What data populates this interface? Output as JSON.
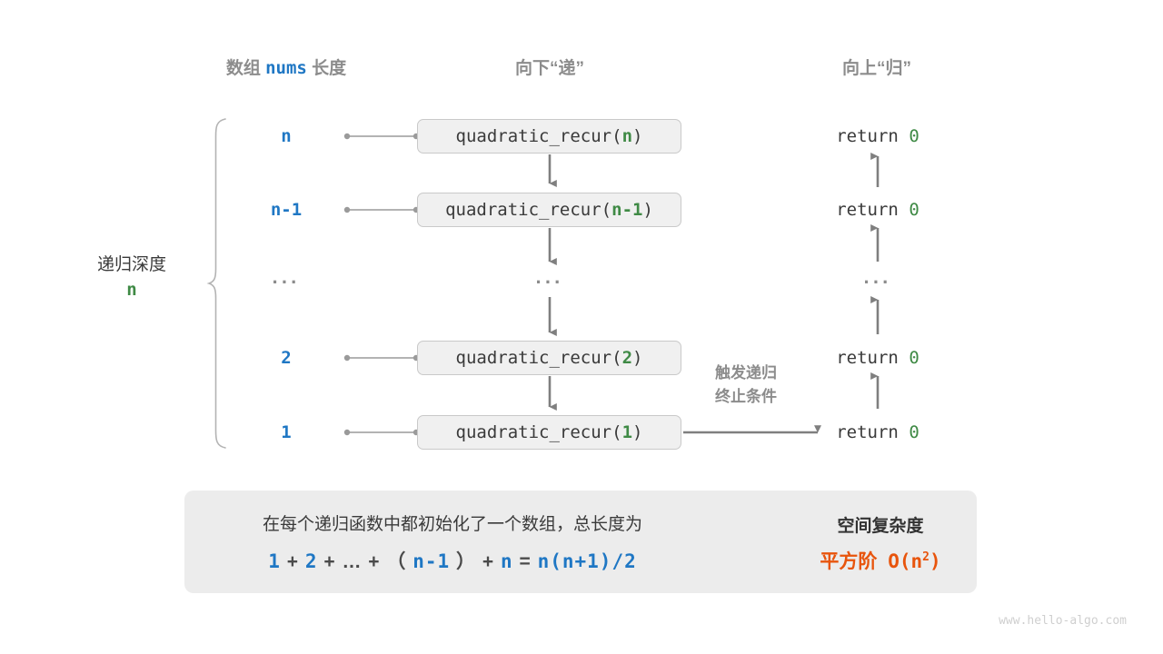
{
  "headers": {
    "left_prefix": "数组",
    "left_code": "nums",
    "left_suffix": "长度",
    "middle": "向下“递”",
    "right": "向上“归”"
  },
  "depth_caption": {
    "label": "递归深度",
    "value": "n"
  },
  "rows": [
    {
      "depth": "n",
      "call_prefix": "quadratic_recur(",
      "call_arg": "n",
      "call_suffix": ")",
      "ret": "return",
      "ret_value": "0"
    },
    {
      "depth": "n-1",
      "call_prefix": "quadratic_recur(",
      "call_arg": "n-1",
      "call_suffix": ")",
      "ret": "return",
      "ret_value": "0"
    },
    {
      "depth": "···",
      "call_prefix": "···",
      "call_arg": "",
      "call_suffix": "",
      "ret": "···",
      "ret_value": ""
    },
    {
      "depth": "2",
      "call_prefix": "quadratic_recur(",
      "call_arg": "2",
      "call_suffix": ")",
      "ret": "return",
      "ret_value": "0"
    },
    {
      "depth": "1",
      "call_prefix": "quadratic_recur(",
      "call_arg": "1",
      "call_suffix": ")",
      "ret": "return",
      "ret_value": "0"
    }
  ],
  "trigger_note": {
    "line1": "触发递归",
    "line2": "终止条件"
  },
  "summary": {
    "line1": "在每个递归函数中都初始化了一个数组，总长度为",
    "formula_tokens": [
      {
        "t": "1",
        "k": "b"
      },
      {
        "t": "+",
        "k": "op"
      },
      {
        "t": "2",
        "k": "b"
      },
      {
        "t": "+",
        "k": "op"
      },
      {
        "t": "…",
        "k": "op"
      },
      {
        "t": "+",
        "k": "op"
      },
      {
        "t": "（",
        "k": "op"
      },
      {
        "t": "n-1",
        "k": "b"
      },
      {
        "t": "）",
        "k": "op"
      },
      {
        "t": "+",
        "k": "op"
      },
      {
        "t": "n",
        "k": "b"
      },
      {
        "t": "=",
        "k": "op"
      },
      {
        "t": "n(n+1)/2",
        "k": "b"
      }
    ],
    "title": "空间复杂度",
    "result_prefix": "平方阶",
    "result_big_o": "O(n",
    "result_exp": "2",
    "result_close": ")"
  },
  "watermark": "www.hello-algo.com",
  "colors": {
    "blue": "#1f77c4",
    "green": "#3f8a45",
    "orange": "#e8540c",
    "gray_text": "#8c8c8c",
    "box_fill": "#f0f0f0",
    "panel_fill": "#ececec",
    "line": "#7f7f7f"
  }
}
